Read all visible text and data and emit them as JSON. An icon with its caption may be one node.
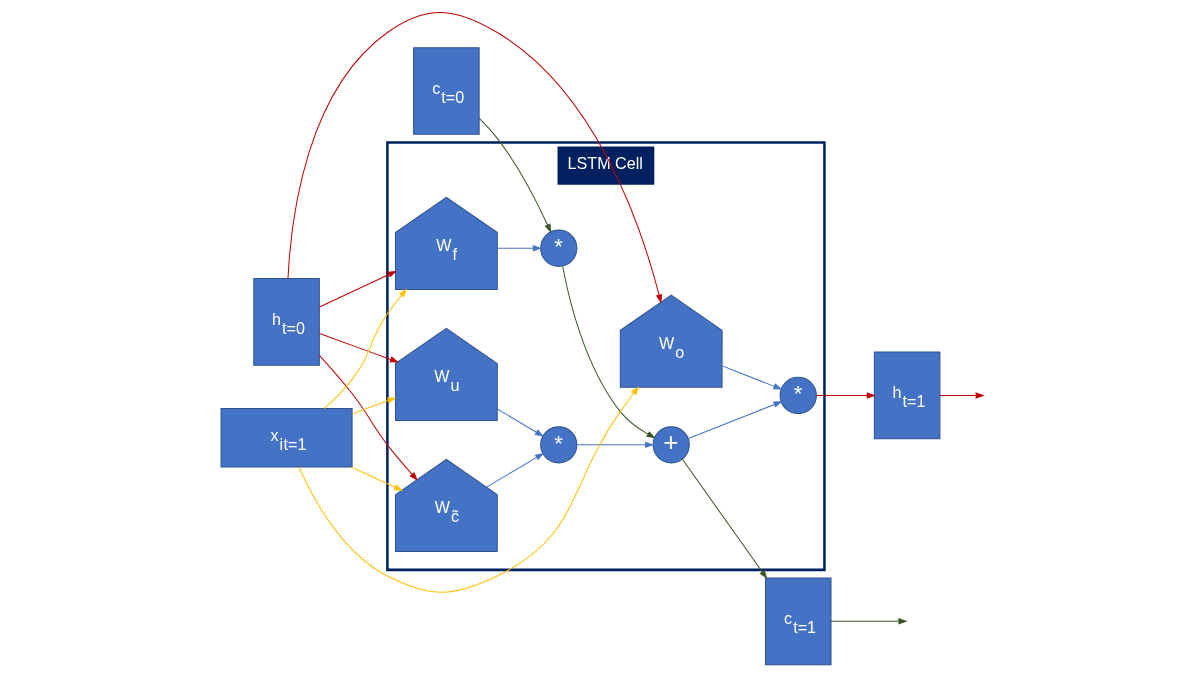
{
  "diagram": {
    "nodes": [
      {
        "text": [
          "LSTM Cell"
        ]
      },
      {
        "text": [
          "c$_{t=0}$"
        ]
      },
      {
        "text": [
          "h$_{t=0}$"
        ]
      },
      {
        "text": [
          "*"
        ],
        "in": 0
      },
      {
        "text": [
          "+"
        ],
        "in": 0
      },
      {
        "text": [
          "*"
        ],
        "in": 0
      },
      {
        "text": [
          "*"
        ],
        "in": 0
      },
      {
        "text": [
          "W$_{f}$"
        ],
        "in": 0
      },
      {
        "text": [
          "W$_{u}$"
        ],
        "in": 0
      },
      {
        "text": [
          "W$_{c̃}$"
        ],
        "in": 0
      },
      {
        "text": [
          "W$_{o}$"
        ],
        "in": 0
      },
      {
        "text": [
          "c$_{t=1}$"
        ]
      },
      {
        "text": [
          "h$_{t=1}$"
        ]
      },
      {
        "text": [
          "x$_{i}$$_{t=1}$"
        ]
      }
    ],
    "edges": [
      {
        "from": 1,
        "to": 3,
        "arrow": "to",
        "color": "#375623"
      },
      {
        "from": 3,
        "to": 4,
        "arrow": "to",
        "color": "#375623"
      },
      {
        "from": 4,
        "to": 11,
        "arrow": "to",
        "color": "#375623"
      },
      {
        "from": 11,
        "to": null,
        "arrow": "to",
        "color": "#375623"
      },
      {
        "from": 4,
        "to": 6,
        "arrow": "to",
        "color": "#4472c4"
      },
      {
        "from": 5,
        "to": 4,
        "arrow": "to",
        "color": "#4472c4"
      },
      {
        "from": 7,
        "to": 3,
        "arrow": "to",
        "color": "#4472c4"
      },
      {
        "from": 8,
        "to": 5,
        "arrow": "to",
        "color": "#4472c4"
      },
      {
        "from": 9,
        "to": 5,
        "arrow": "to",
        "color": "#4472c4"
      },
      {
        "from": 10,
        "to": 6,
        "arrow": "to",
        "color": "#4472c4"
      },
      {
        "from": 6,
        "to": 12,
        "arrow": "to",
        "color": "#c00000"
      },
      {
        "from": 12,
        "to": null,
        "arrow": "to",
        "color": "#c00000"
      },
      {
        "from": 2,
        "to": 7,
        "arrow": "to",
        "color": "#c00000"
      },
      {
        "from": 2,
        "to": 8,
        "arrow": "to",
        "color": "#c00000"
      },
      {
        "from": 2,
        "to": 9,
        "arrow": "to",
        "color": "#c00000"
      },
      {
        "from": 2,
        "to": 10,
        "arrow": "to",
        "color": "#c00000"
      },
      {
        "from": 13,
        "to": 7,
        "arrow": "to",
        "color": "#ffc000"
      },
      {
        "from": 13,
        "to": 8,
        "arrow": "to",
        "color": "#ffc000"
      },
      {
        "from": 13,
        "to": 9,
        "arrow": "to",
        "color": "#ffc000"
      },
      {
        "from": 13,
        "to": 10,
        "arrow": "to",
        "color": "#ffc000"
      }
    ]
  }
}
